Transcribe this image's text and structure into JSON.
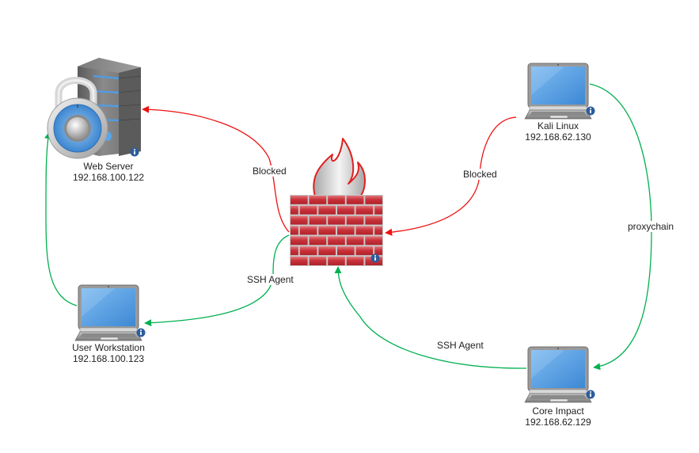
{
  "colors": {
    "blocked": "#ee1111",
    "allowed": "#00b050",
    "info_badge": "#2b5d9b"
  },
  "nodes": {
    "web_server": {
      "name": "Web Server",
      "ip": "192.168.100.122",
      "icon": "server-lock-icon"
    },
    "firewall": {
      "name": "",
      "ip": "",
      "icon": "firewall-icon"
    },
    "kali": {
      "name": "Kali Linux",
      "ip": "192.168.62.130",
      "icon": "laptop-icon"
    },
    "workstation": {
      "name": "User Workstation",
      "ip": "192.168.100.123",
      "icon": "laptop-icon"
    },
    "core_impact": {
      "name": "Core Impact",
      "ip": "192.168.62.129",
      "icon": "laptop-icon"
    }
  },
  "edges": [
    {
      "from": "firewall",
      "to": "web_server",
      "label": "Blocked",
      "status": "blocked"
    },
    {
      "from": "kali",
      "to": "firewall",
      "label": "Blocked",
      "status": "blocked"
    },
    {
      "from": "firewall",
      "to": "workstation",
      "label": "SSH Agent",
      "status": "allowed"
    },
    {
      "from": "workstation",
      "to": "web_server",
      "label": "",
      "status": "allowed"
    },
    {
      "from": "core_impact",
      "to": "firewall",
      "label": "SSH Agent",
      "status": "allowed"
    },
    {
      "from": "kali",
      "to": "core_impact",
      "label": "proxychain",
      "status": "allowed"
    }
  ]
}
